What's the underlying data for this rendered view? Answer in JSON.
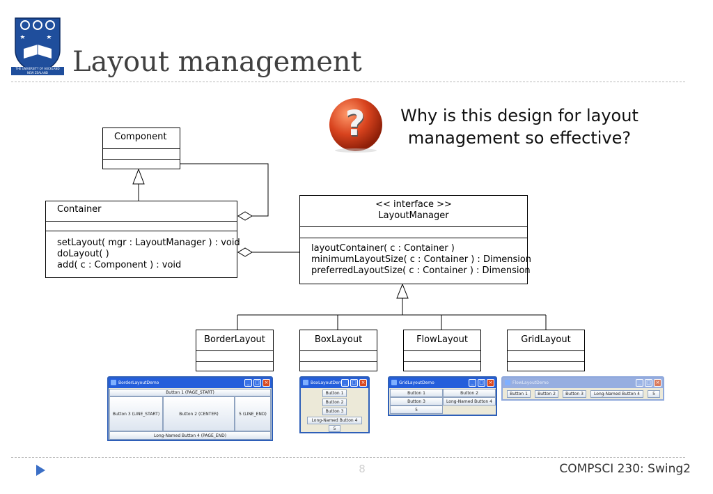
{
  "slide": {
    "title": "Layout management",
    "question": "Why is this design for layout management so effective?",
    "page_number": "8",
    "course": "COMPSCI 230: Swing2",
    "logo_text_1": "THE UNIVERSITY OF AUCKLAND",
    "logo_text_2": "NEW ZEALAND"
  },
  "uml": {
    "component": {
      "name": "Component"
    },
    "container": {
      "name": "Container",
      "methods": [
        "setLayout( mgr : LayoutManager ) : void",
        "doLayout( )",
        "add( c : Component ) : void"
      ]
    },
    "layout_manager": {
      "stereotype": "<< interface >>",
      "name": "LayoutManager",
      "methods": [
        "layoutContainer( c : Container )",
        "minimumLayoutSize( c : Container ) : Dimension",
        "preferredLayoutSize( c : Container ) : Dimension"
      ]
    },
    "border_layout": {
      "name": "BorderLayout"
    },
    "box_layout": {
      "name": "BoxLayout"
    },
    "flow_layout": {
      "name": "FlowLayout"
    },
    "grid_layout": {
      "name": "GridLayout"
    }
  },
  "demos": {
    "border": {
      "title": "BorderLayoutDemo",
      "buttons": [
        "Button 1 (PAGE_START)",
        "Button 3 (LINE_START)",
        "Button 2 (CENTER)",
        "5 (LINE_END)",
        "Long-Named Button 4 (PAGE_END)"
      ]
    },
    "box": {
      "title": "BoxLayoutDemo",
      "buttons": [
        "Button 1",
        "Button 2",
        "Button 3",
        "Long-Named Button 4",
        "5"
      ]
    },
    "grid": {
      "title": "GridLayoutDemo",
      "buttons": [
        "Button 1",
        "Button 2",
        "Button 3",
        "Long-Named Button 4",
        "5"
      ]
    },
    "flow": {
      "title": "FlowLayoutDemo",
      "buttons": [
        "Button 1",
        "Button 2",
        "Button 3",
        "Long-Named Button 4",
        "5"
      ]
    }
  },
  "colors": {
    "accent": "#2e5fb8",
    "question_icon": "#d8431e",
    "nav_arrow": "#3b6fc6"
  }
}
